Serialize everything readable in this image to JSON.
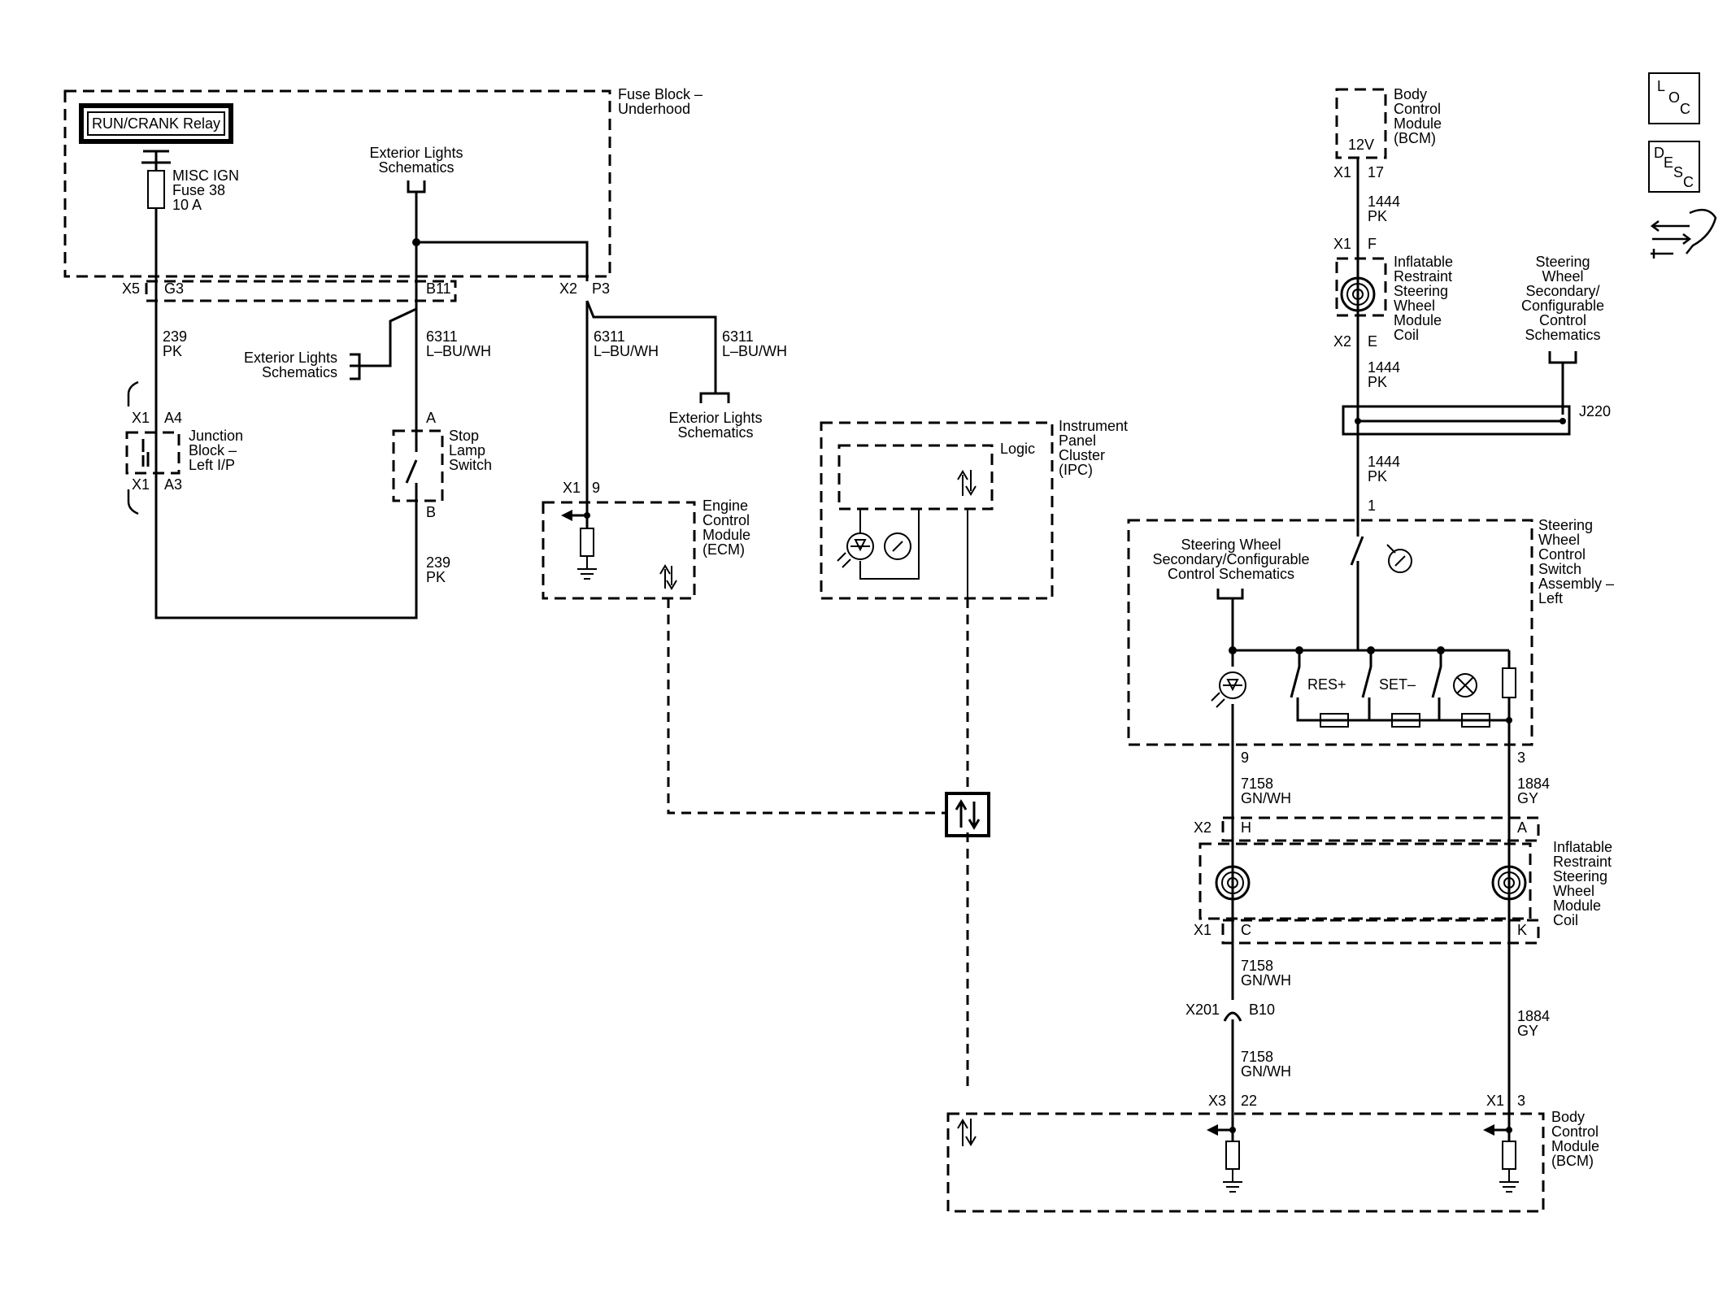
{
  "nav": {
    "loc": {
      "a": "L",
      "b": "O",
      "c": "C"
    },
    "desc": {
      "a": "D",
      "b": "E",
      "c": "S",
      "d": "C"
    }
  },
  "fuse_block": {
    "title": [
      "Fuse Block –",
      "Underhood"
    ],
    "relay": "RUN/CRANK Relay",
    "fuse": [
      "MISC IGN",
      "Fuse 38",
      "10 A"
    ],
    "ext_ref": [
      "Exterior Lights",
      "Schematics"
    ],
    "x5": "X5",
    "g3": "G3",
    "b11": "B11",
    "x2": "X2",
    "p3": "P3"
  },
  "wires": {
    "w239a": [
      "239",
      "PK"
    ],
    "w6311a": [
      "6311",
      "L–BU/WH"
    ],
    "w6311b": [
      "6311",
      "L–BU/WH"
    ],
    "w6311c": [
      "6311",
      "L–BU/WH"
    ],
    "w239b": [
      "239",
      "PK"
    ],
    "w1444a": [
      "1444",
      "PK"
    ],
    "w1444b": [
      "1444",
      "PK"
    ],
    "w1444c": [
      "1444",
      "PK"
    ],
    "w7158a": [
      "7158",
      "GN/WH"
    ],
    "w1884a": [
      "1884",
      "GY"
    ],
    "w7158b": [
      "7158",
      "GN/WH"
    ],
    "w1884b": [
      "1884",
      "GY"
    ],
    "w7158c": [
      "7158",
      "GN/WH"
    ]
  },
  "left_refs": {
    "ext_left": [
      "Exterior Lights",
      "Schematics"
    ],
    "ext_right": [
      "Exterior Lights",
      "Schematics"
    ]
  },
  "junction": {
    "label": [
      "Junction",
      "Block –",
      "Left I/P"
    ],
    "x1a": "X1",
    "a4": "A4",
    "x1b": "X1",
    "a3": "A3"
  },
  "stop_lamp": {
    "label": [
      "Stop",
      "Lamp",
      "Switch"
    ],
    "a": "A",
    "b": "B"
  },
  "ecm": {
    "label": [
      "Engine",
      "Control",
      "Module",
      "(ECM)"
    ],
    "x1": "X1",
    "pin": "9"
  },
  "ipc": {
    "label": [
      "Instrument",
      "Panel",
      "Cluster",
      "(IPC)"
    ],
    "logic": "Logic"
  },
  "bcm_top": {
    "label": [
      "Body",
      "Control",
      "Module",
      "(BCM)"
    ],
    "v": "12V",
    "x1": "X1",
    "pin": "17"
  },
  "coil_top": {
    "label": [
      "Inflatable",
      "Restraint",
      "Steering",
      "Wheel",
      "Module",
      "Coil"
    ],
    "x1": "X1",
    "f": "F",
    "x2": "X2",
    "e": "E"
  },
  "sw_ref": [
    "Steering",
    "Wheel",
    "Secondary/",
    "Configurable",
    "Control",
    "Schematics"
  ],
  "splice": "J220",
  "swc": {
    "pin1": "1",
    "label": [
      "Steering",
      "Wheel",
      "Control",
      "Switch",
      "Assembly –",
      "Left"
    ],
    "inner_ref": [
      "Steering Wheel",
      "Secondary/Configurable",
      "Control Schematics"
    ],
    "res": "RES+",
    "set": "SET–",
    "pin9": "9",
    "pin3": "3"
  },
  "coil_bottom": {
    "label": [
      "Inflatable",
      "Restraint",
      "Steering",
      "Wheel",
      "Module",
      "Coil"
    ],
    "x2": "X2",
    "h": "H",
    "a": "A",
    "x1": "X1",
    "c": "C",
    "k": "K"
  },
  "x201": {
    "x": "X201",
    "pin": "B10"
  },
  "bcm_bottom": {
    "label": [
      "Body",
      "Control",
      "Module",
      "(BCM)"
    ],
    "x3": "X3",
    "pin22": "22",
    "x1": "X1",
    "pin3": "3"
  }
}
